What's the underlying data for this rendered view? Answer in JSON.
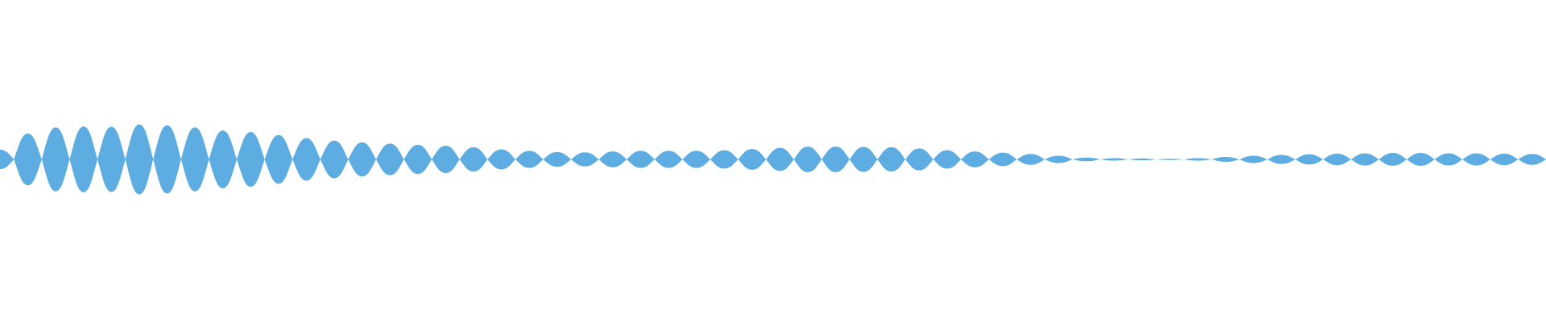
{
  "waveform": {
    "color": "#5DADE2",
    "background": "#FFFFFF",
    "lobe_count": 56,
    "envelope": {
      "relative_amplitudes": [
        0.32,
        0.85,
        1.05,
        1.08,
        1.07,
        1.15,
        1.12,
        1.05,
        0.95,
        0.9,
        0.8,
        0.7,
        0.62,
        0.56,
        0.52,
        0.48,
        0.45,
        0.4,
        0.33,
        0.28,
        0.24,
        0.23,
        0.26,
        0.28,
        0.28,
        0.28,
        0.3,
        0.34,
        0.38,
        0.42,
        0.42,
        0.41,
        0.4,
        0.36,
        0.3,
        0.26,
        0.22,
        0.18,
        0.12,
        0.06,
        0.04,
        0.03,
        0.02,
        0.04,
        0.08,
        0.12,
        0.15,
        0.17,
        0.19,
        0.2,
        0.21,
        0.21,
        0.2,
        0.2,
        0.19,
        0.18
      ],
      "max_half_height_fraction": 0.21
    }
  }
}
